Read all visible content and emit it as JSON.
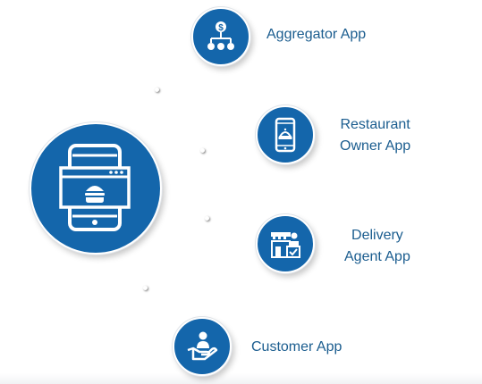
{
  "hub": {
    "icon": "restaurant-app-phone-icon"
  },
  "apps": [
    {
      "icon": "aggregator-icon",
      "label_lines": [
        "Aggregator App"
      ]
    },
    {
      "icon": "restaurant-owner-icon",
      "label_lines": [
        "Restaurant",
        "Owner App"
      ]
    },
    {
      "icon": "delivery-agent-icon",
      "label_lines": [
        "Delivery",
        "Agent App"
      ]
    },
    {
      "icon": "customer-icon",
      "label_lines": [
        "Customer App"
      ]
    }
  ],
  "colors": {
    "bubble": "#1466ab",
    "label": "#1b5d8f"
  }
}
